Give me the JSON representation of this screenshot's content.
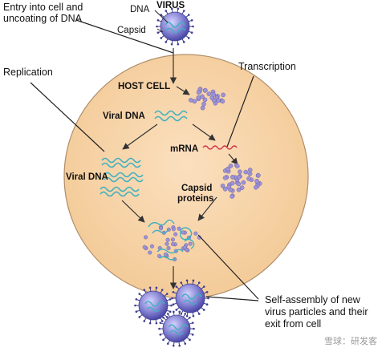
{
  "labels": {
    "entry": "Entry into cell and",
    "entry_line2": "uncoating of DNA",
    "virus": "VIRUS",
    "dna": "DNA",
    "capsid": "Capsid",
    "replication": "Replication",
    "transcription": "Transcription",
    "host_cell": "HOST CELL",
    "viral_dna_top": "Viral DNA",
    "viral_dna_left": "Viral DNA",
    "mrna": "mRNA",
    "capsid_proteins": "Capsid",
    "capsid_proteins_line2": "proteins",
    "self_assembly": "Self-assembly of new",
    "self_assembly_line2": "virus particles and their",
    "self_assembly_line3": "exit from cell"
  },
  "watermark": "雪球：研发客",
  "colors": {
    "cell_fill": "#f7d3a8",
    "cell_stroke": "#a88a6c",
    "virus_fill": "#8a88d6",
    "virus_core": "#5a57b8",
    "dna_color": "#3fb0c0",
    "mrna_color": "#d2334a",
    "protein_dot": "#9d93d6"
  }
}
